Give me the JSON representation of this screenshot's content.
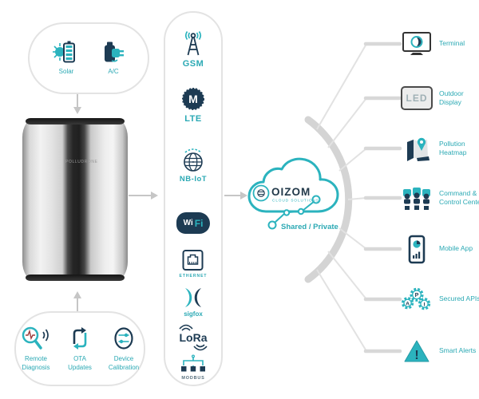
{
  "colors": {
    "teal": "#2bb3be",
    "navy": "#1d3b53",
    "label_teal": "#2ba9b4",
    "line_gray": "#e2e2e2",
    "arc_gray": "#d4d4d4",
    "arrow_gray": "#c6c6c6"
  },
  "power_box": {
    "items": [
      {
        "label": "Solar"
      },
      {
        "label": "A/C"
      }
    ]
  },
  "device": {
    "label": "POLLUDRONE"
  },
  "maintenance_box": {
    "items": [
      {
        "label": "Remote Diagnosis"
      },
      {
        "label": "OTA Updates"
      },
      {
        "label": "Device Calibration"
      }
    ]
  },
  "protocols": {
    "gsm": {
      "label": "GSM"
    },
    "lte": {
      "label": "LTE",
      "icon_letter": "M"
    },
    "nbiot": {
      "label": "NB-IoT"
    },
    "wifi": {
      "part1": "Wi",
      "part2": "Fi"
    },
    "ethernet": {
      "label": "ETHERNET"
    },
    "sigfox": {
      "label": "sigfox"
    },
    "lora": {
      "label": "LoRa"
    },
    "modbus": {
      "label": "MODBUS"
    }
  },
  "cloud": {
    "brand": "OIZOM",
    "subtitle": "CLOUD SOLUTIONS",
    "mode": "Shared / Private"
  },
  "outputs": [
    {
      "label": "Terminal"
    },
    {
      "label": "Outdoor Display",
      "icon_text": "LED"
    },
    {
      "label": "Pollution Heatmap"
    },
    {
      "label": "Command & Control Center"
    },
    {
      "label": "Mobile App"
    },
    {
      "label": "Secured APIs",
      "letters": {
        "a": "A",
        "p": "P",
        "i": "I"
      }
    },
    {
      "label": "Smart Alerts",
      "mark": "!"
    }
  ]
}
